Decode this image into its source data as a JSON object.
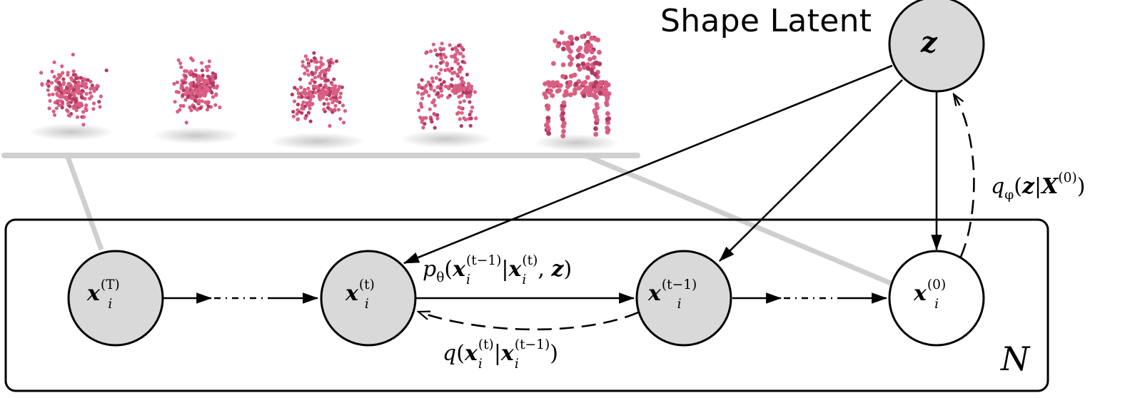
{
  "title": "Shape Latent",
  "latent_node": {
    "symbol": "z"
  },
  "nodes": [
    {
      "id": "xT",
      "base": "x",
      "sub": "i",
      "sup": "(T)",
      "shaded": true
    },
    {
      "id": "xt",
      "base": "x",
      "sub": "i",
      "sup": "(t)",
      "shaded": true
    },
    {
      "id": "xt1",
      "base": "x",
      "sub": "i",
      "sup": "(t−1)",
      "shaded": true
    },
    {
      "id": "x0",
      "base": "x",
      "sub": "i",
      "sup": "(0)",
      "shaded": false
    }
  ],
  "edge_labels": {
    "reverse": {
      "fn": "p",
      "fn_sub": "θ",
      "base": "x",
      "sup": "(t−1)",
      "sub": "i",
      "given_sup": "(t)",
      "given_sub": "i",
      "extra": "z"
    },
    "forward": {
      "fn": "q",
      "base": "x",
      "sup": "(t)",
      "sub": "i",
      "given_sup": "(t−1)",
      "given_sub": "i"
    },
    "encoder": {
      "fn": "q",
      "fn_sub": "φ",
      "target": "z",
      "given": "X",
      "given_sup": "(0)"
    }
  },
  "plate": {
    "label": "N"
  },
  "point_clouds": [
    {
      "stage": "noise"
    },
    {
      "stage": "partial-noise"
    },
    {
      "stage": "emerging-chair"
    },
    {
      "stage": "near-chair"
    },
    {
      "stage": "chair"
    }
  ],
  "colors": {
    "node_fill_shaded": "#d9d9d9",
    "node_fill_open": "#ffffff",
    "point_color": "#d95f82",
    "point_dark": "#b43a63",
    "ground_line": "#d0d0d0",
    "connector": "#cfcfcf"
  }
}
